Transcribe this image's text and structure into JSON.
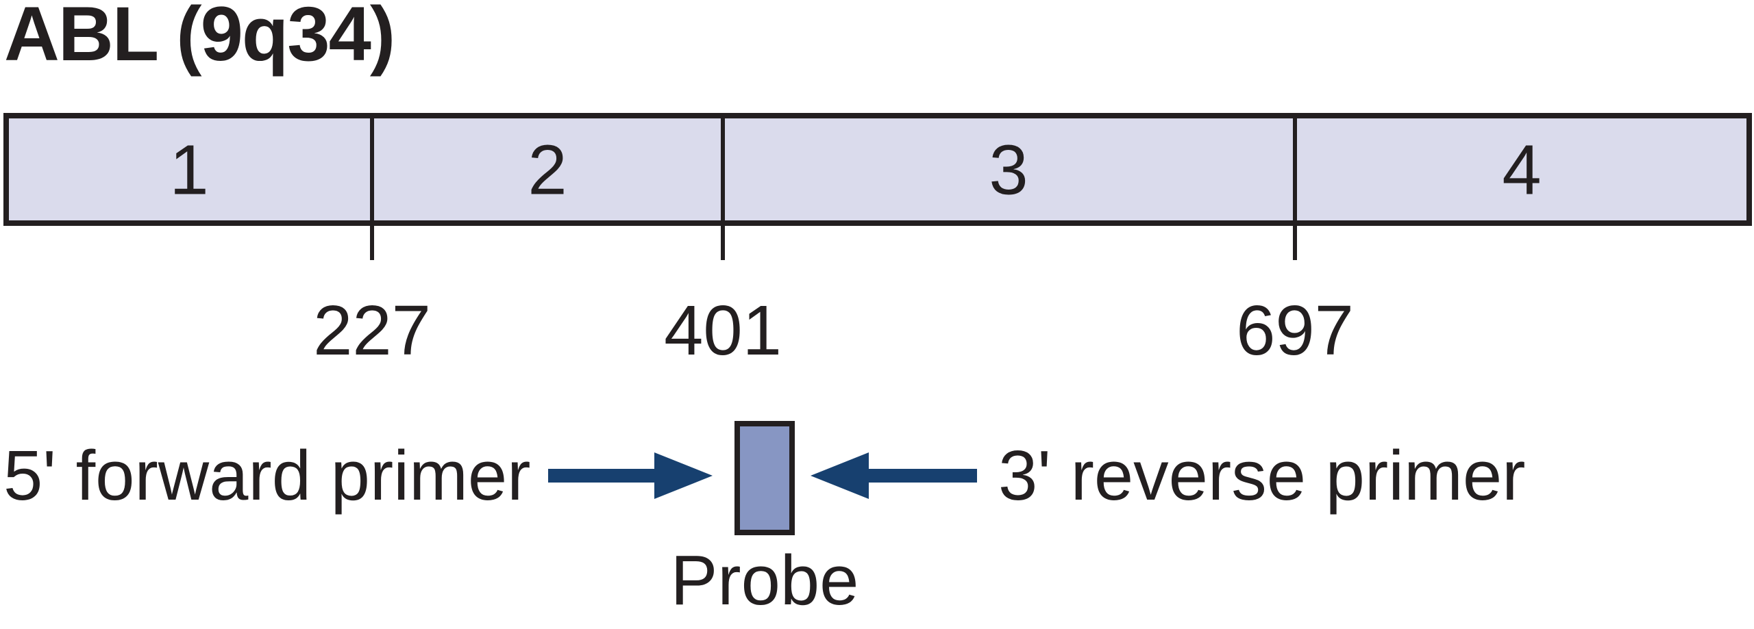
{
  "figure": {
    "title": "ABL (9q34)",
    "colors": {
      "ink": "#231f20",
      "exon-fill": "#dadbec",
      "probe-fill": "#8796c3",
      "arrow": "#17406f"
    },
    "gene_bar": {
      "gene": "ABL",
      "locus": "9q34",
      "exons": [
        {
          "number": "1"
        },
        {
          "number": "2"
        },
        {
          "number": "3"
        },
        {
          "number": "4"
        }
      ],
      "boundaries": [
        "227",
        "401",
        "697"
      ]
    },
    "assay": {
      "forward_primer": "5' forward primer",
      "reverse_primer": "3' reverse primer",
      "probe": "Probe"
    }
  }
}
